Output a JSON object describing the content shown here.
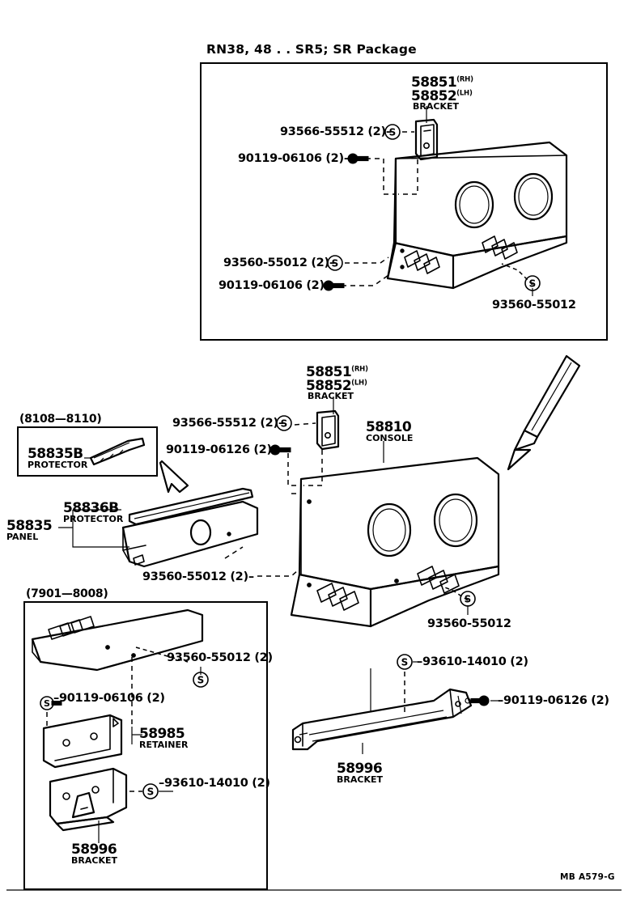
{
  "diagram": {
    "title": "RN38, 48 . . SR5; SR  Package",
    "footer_code": "MB A579-G",
    "date_ranges": {
      "protector_box": "(8108—8110)",
      "retainer_box": "(7901—8008)"
    }
  },
  "top_panel": {
    "bracket_rh": "58851",
    "bracket_rh_side": "(RH)",
    "bracket_lh": "58852",
    "bracket_lh_side": "(LH)",
    "bracket_name": "BRACKET",
    "screw_upper": "93566-55512 (2)",
    "bolt_upper": "90119-06106 (2)",
    "screw_lower": "93560-55012 (2)",
    "bolt_lower": "90119-06106 (2)",
    "screw_console": "93560-55012"
  },
  "middle_panel": {
    "bracket_rh": "58851",
    "bracket_rh_side": "(RH)",
    "bracket_lh": "58852",
    "bracket_lh_side": "(LH)",
    "bracket_name": "BRACKET",
    "screw_upper": "93566-55512 (2)",
    "bolt_upper": "90119-06126 (2)",
    "console_no": "58810",
    "console_name": "CONSOLE",
    "screw_panel": "93560-55012 (2)",
    "screw_console": "93560-55012"
  },
  "protector_box": {
    "part_no": "58835B",
    "part_name": "PROTECTOR"
  },
  "panel_group": {
    "protector_no": "58836B",
    "protector_name": "PROTECTOR",
    "panel_no": "58835",
    "panel_name": "PANEL"
  },
  "retainer_box": {
    "screw_panel": "93560-55012 (2)",
    "bolt_retainer": "90119-06106 (2)",
    "retainer_no": "58985",
    "retainer_name": "RETAINER",
    "screw_bracket": "93610-14010 (2)",
    "bracket_no": "58996",
    "bracket_name": "BRACKET"
  },
  "right_bracket": {
    "screw": "93610-14010 (2)",
    "bolt": "90119-06126 (2)",
    "bracket_no": "58996",
    "bracket_name": "BRACKET"
  },
  "icons": {
    "screw_marker": "S"
  }
}
